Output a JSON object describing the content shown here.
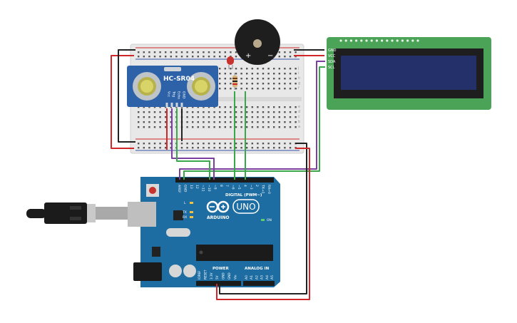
{
  "sensor": {
    "model": "HC-SR04",
    "pins": [
      "Vcc",
      "Trig",
      "Echo",
      "GND"
    ]
  },
  "lcd": {
    "pins": [
      "GND",
      "VCC",
      "SDA",
      "SCL"
    ]
  },
  "buzzer": {
    "plus": "+",
    "minus": "−"
  },
  "arduino": {
    "brand": "ARDUINO",
    "model": "UNO",
    "digital_label": "DIGITAL (PWM~)",
    "power_label": "POWER",
    "analog_label": "ANALOG IN",
    "top_pins": [
      "AREF",
      "GND",
      "13",
      "12",
      "~11",
      "~10",
      "~9",
      "8",
      "7",
      "~6",
      "~5",
      "4",
      "~3",
      "2",
      "TX→1",
      "RX←0"
    ],
    "power_pins": [
      "IOREF",
      "RESET",
      "3.3V",
      "5V",
      "GND",
      "GND",
      "Vin"
    ],
    "analog_pins": [
      "A0",
      "A1",
      "A2",
      "A3",
      "A4",
      "A5"
    ],
    "led_labels": [
      "L",
      "TX",
      "RX",
      "ON"
    ]
  },
  "breadboard": {
    "row_letters": [
      "a",
      "b",
      "c",
      "d",
      "e",
      "f",
      "g",
      "h",
      "i",
      "j"
    ]
  },
  "colors": {
    "wire_red": "#d0282a",
    "wire_black": "#222222",
    "wire_green": "#3aa84a",
    "wire_purple": "#7b3fa0",
    "board_blue": "#1d6da3",
    "lcd_green": "#4aa357",
    "lcd_screen": "#24306a",
    "sensor_blue": "#2d62a9"
  }
}
